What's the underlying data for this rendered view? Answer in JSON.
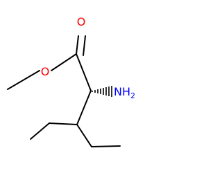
{
  "molecule": {
    "atoms": {
      "carbonyl_oxygen": "O",
      "ester_oxygen": "O",
      "amine_symbol": "NH",
      "amine_subscript": "2"
    },
    "colors": {
      "oxygen": "#ff0000",
      "nitrogen": "#0000ff",
      "bond": "#000000"
    }
  }
}
